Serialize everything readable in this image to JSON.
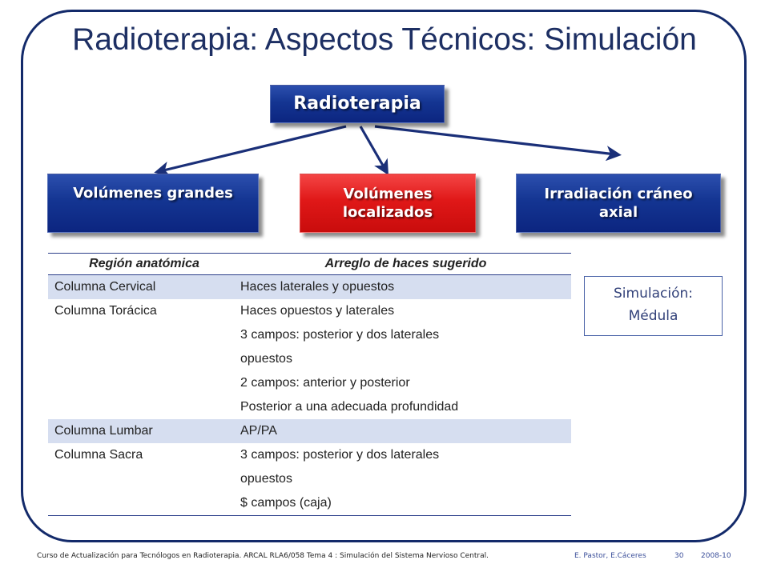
{
  "title": "Radioterapia: Aspectos Técnicos: Simulación",
  "diagram": {
    "root": "Radioterapia",
    "children": [
      "Volúmenes grandes",
      "Volúmenes localizados",
      "Irradiación cráneo axial"
    ]
  },
  "table": {
    "headers": [
      "Región anatómica",
      "Arreglo de haces sugerido"
    ],
    "rows": [
      {
        "region": "Columna Cervical",
        "beams": [
          "Haces laterales y opuestos"
        ]
      },
      {
        "region": "Columna Torácica",
        "beams": [
          "Haces opuestos y laterales",
          "3 campos: posterior y dos laterales",
          "opuestos",
          "2 campos: anterior y posterior",
          "Posterior a una adecuada profundidad"
        ]
      },
      {
        "region": "Columna Lumbar",
        "beams": [
          "AP/PA"
        ]
      },
      {
        "region": "Columna Sacra",
        "beams": [
          "3 campos: posterior y dos laterales",
          "opuestos",
          "$ campos (caja)"
        ]
      }
    ]
  },
  "note_box": {
    "line1": "Simulación:",
    "line2": "Médula"
  },
  "footer": {
    "course": "Curso de Actualización para Tecnólogos en Radioterapia.  ARCAL RLA6/058  Tema 4 : Simulación del Sistema Nervioso Central.",
    "authors": "E. Pastor, E.Cáceres",
    "page": "30",
    "year": "2008-10"
  }
}
